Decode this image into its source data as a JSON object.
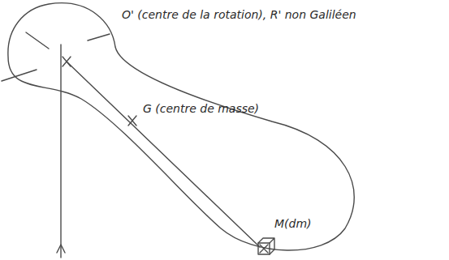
{
  "diagram": {
    "labels": [
      "O' (centre de la rotation), R' non Galiléen",
      "G (centre de masse)",
      "M(dm)"
    ]
  }
}
